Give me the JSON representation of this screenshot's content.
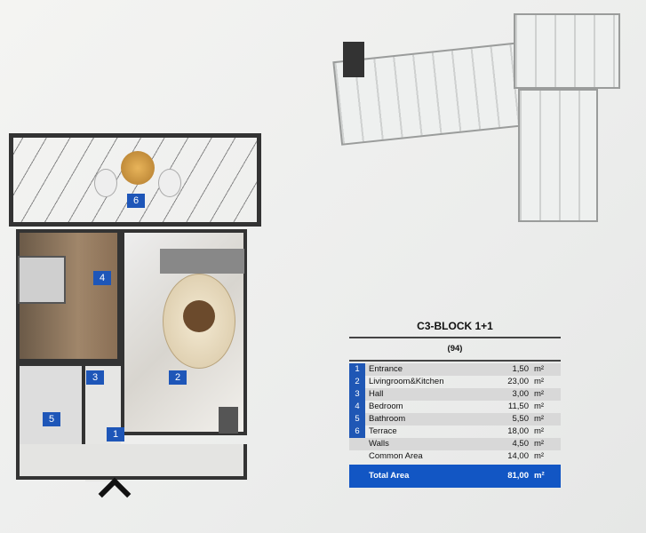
{
  "plan": {
    "labels": [
      "1",
      "2",
      "3",
      "4",
      "5",
      "6"
    ]
  },
  "table": {
    "title": "C3-BLOCK 1+1",
    "subtitle": "(94)",
    "rows": [
      {
        "num": "1",
        "name": "Entrance",
        "value": "1,50",
        "unit": "m²"
      },
      {
        "num": "2",
        "name": "Livingroom&Kitchen",
        "value": "23,00",
        "unit": "m²"
      },
      {
        "num": "3",
        "name": "Hall",
        "value": "3,00",
        "unit": "m²"
      },
      {
        "num": "4",
        "name": "Bedroom",
        "value": "11,50",
        "unit": "m²"
      },
      {
        "num": "5",
        "name": "Bathroom",
        "value": "5,50",
        "unit": "m²"
      },
      {
        "num": "6",
        "name": "Terrace",
        "value": "18,00",
        "unit": "m²"
      },
      {
        "num": "",
        "name": "Walls",
        "value": "4,50",
        "unit": "m²"
      },
      {
        "num": "",
        "name": "Common Area",
        "value": "14,00",
        "unit": "m²"
      }
    ],
    "total": {
      "name": "Total Area",
      "value": "81,00",
      "unit": "m²"
    }
  },
  "colors": {
    "accent": "#1f57b5",
    "total_bg": "#1256c4"
  }
}
